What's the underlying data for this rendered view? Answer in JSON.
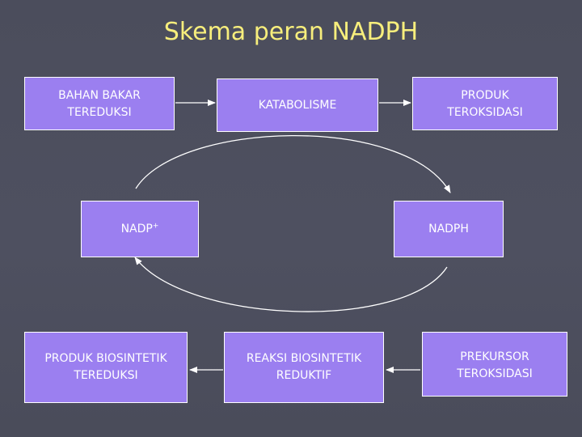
{
  "title": "Skema peran NADPH",
  "boxes": {
    "bahan_bakar": "BAHAN BAKAR\nTEREDUKSI",
    "katabolisme": "KATABOLISME",
    "produk_teroksidasi": "PRODUK\nTEROKSIDASI",
    "nadp_plus": "NADP",
    "nadp_plus_sup": "+",
    "nadph": "NADPH",
    "produk_biosintetik": "PRODUK BIOSINTETIK\nTEREDUKSI",
    "reaksi_biosintetik": "REAKSI BIOSINTETIK\nREDUKTIF",
    "prekursor": "PREKURSOR\nTEROKSIDASI"
  },
  "colors": {
    "box_fill": "#9b7ff0",
    "title": "#f7ee7c",
    "background": "#4d4f5e",
    "lines": "#ffffff"
  }
}
